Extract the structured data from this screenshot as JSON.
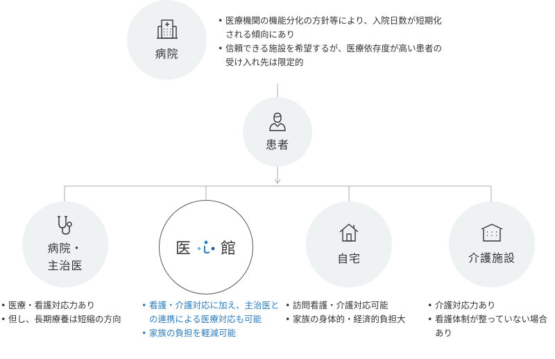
{
  "hospital": {
    "label": "病院",
    "notes": [
      "医療機関の機能分化の方針等により、入院日数が短期化される傾向にあり",
      "信頼できる施設を希望するが、医療依存度が高い患者の受け入れ先は限定的"
    ]
  },
  "patient": {
    "label": "患者"
  },
  "clinic": {
    "label_line1": "病院・",
    "label_line2": "主治医",
    "notes": [
      "医療・看護対応力あり",
      "但し、長期療養は短縮の方向"
    ]
  },
  "ishin": {
    "logo_left": "医",
    "logo_right": "館",
    "notes": [
      "看護・介護対応に加え、主治医との連携による医療対応も可能",
      "家族の負担を軽減可能"
    ],
    "accent_color": "#2b7bb9"
  },
  "home": {
    "label": "自宅",
    "notes": [
      "訪問看護・介護対応可能",
      "家族の身体的・経済的負担大"
    ]
  },
  "care": {
    "label": "介護施設",
    "notes": [
      "介護対応力あり",
      "看護体制が整っていない場合あり"
    ]
  },
  "icons": {
    "hospital": "hospital-building-icon",
    "patient": "person-icon",
    "clinic": "stethoscope-icon",
    "home": "house-icon",
    "care": "care-facility-icon"
  }
}
